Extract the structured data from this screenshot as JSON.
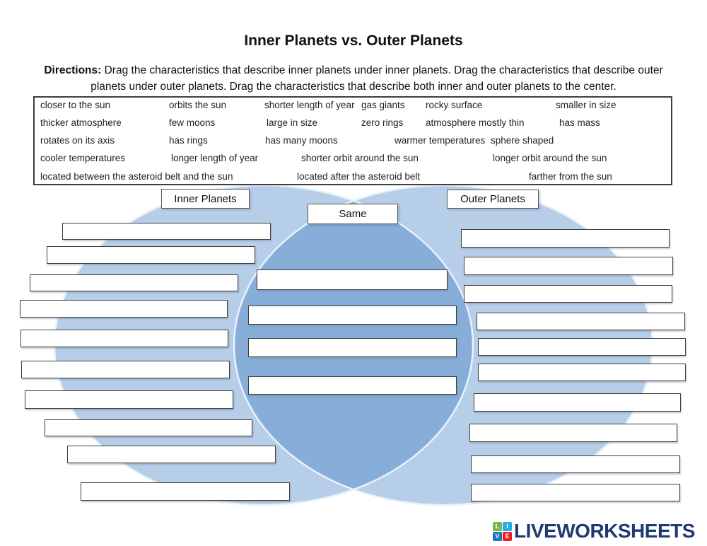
{
  "title": "Inner Planets vs. Outer Planets",
  "directions": {
    "label": "Directions:",
    "text": "Drag the characteristics that describe inner planets under inner planets. Drag the characteristics that describe outer planets under outer planets. Drag the characteristics that describe both inner and outer planets to the center."
  },
  "word_bank": {
    "items": [
      "closer to the sun",
      "orbits the sun",
      "shorter length of year",
      "gas giants",
      "rocky surface",
      "smaller in size",
      "thicker atmosphere",
      "few moons",
      "large in size",
      "zero rings",
      "atmosphere mostly thin",
      "has mass",
      "rotates on its axis",
      "has rings",
      "has many moons",
      "warmer temperatures",
      "sphere shaped",
      "cooler temperatures",
      "longer length of year",
      "shorter orbit around the sun",
      "longer orbit around the sun",
      "located between the asteroid belt and the sun",
      "located after the asteroid belt",
      "farther from the sun"
    ]
  },
  "venn": {
    "left_label": "Inner Planets",
    "center_label": "Same",
    "right_label": "Outer Planets",
    "colors": {
      "circle": "#b7cee9",
      "overlap": "#86aed9",
      "edge": "#e9f2fa"
    }
  },
  "logo": {
    "text": "LIVEWORKSHEETS",
    "text_color": "#1f3a70",
    "grid": [
      {
        "letter": "L",
        "color": "#7ab648"
      },
      {
        "letter": "I",
        "color": "#29abe2"
      },
      {
        "letter": "V",
        "color": "#1b75bb"
      },
      {
        "letter": "E",
        "color": "#ed1c24"
      }
    ]
  }
}
